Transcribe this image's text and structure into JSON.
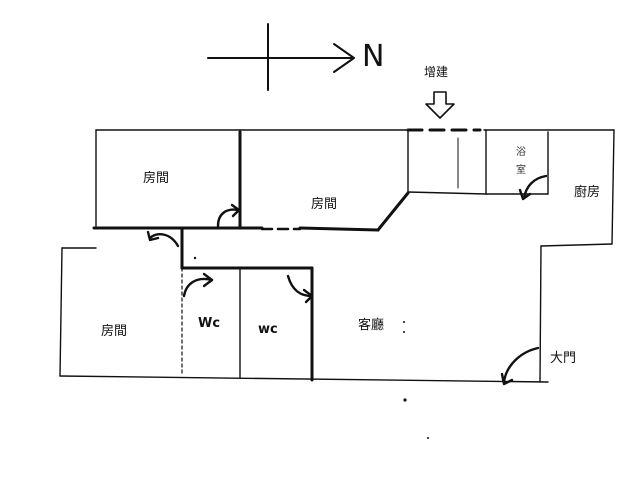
{
  "compass": {
    "north_label": "N"
  },
  "annotations": {
    "extension_label": "增建"
  },
  "rooms": {
    "bedroom_top_left": "房間",
    "bedroom_top_middle": "房間",
    "bedroom_bottom_left": "房間",
    "wc_left": "Wc",
    "wc_right": "wc",
    "living_room": "客廳",
    "kitchen": "廚房",
    "main_door": "大門",
    "side_room_a": "浴",
    "side_room_b": "室"
  },
  "colors": {
    "ink": "#111111",
    "background": "#ffffff"
  }
}
